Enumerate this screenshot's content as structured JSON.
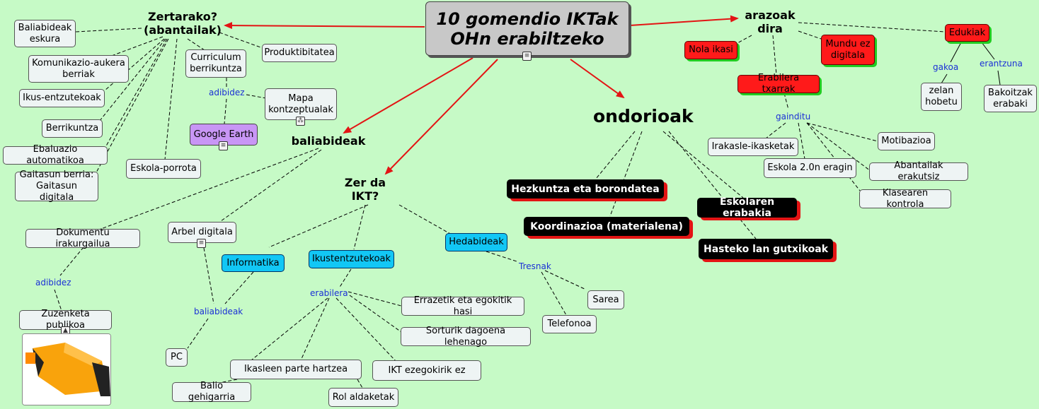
{
  "title": "10 gomendio IKTak OHn erabiltzeko",
  "nodes": {
    "zertarako": "Zertarako? (abantailak)",
    "baliabideak_main": "baliabideak",
    "zer_da_ikt": "Zer da IKT?",
    "ondorioak": "ondorioak",
    "arazoak": "arazoak dira",
    "baliabideak_eskura": "Baliabideak eskura",
    "komunikazio": "Komunikazio-aukera berriak",
    "ikus_entzutekoak": "Ikus-entzutekoak",
    "berrikuntza": "Berrikuntza",
    "ebaluazio": "Ebaluazio automatikoa",
    "gaitasun": "Gaitasun berria: Gaitasun digitala",
    "curriculum": "Curriculum berrikuntza",
    "produktibitatea": "Produktibitatea",
    "mapa": "Mapa kontzeptualak",
    "google_earth": "Google Earth",
    "eskola_porrota": "Eskola-porrota",
    "dokumentu": "Dokumentu irakurgailua",
    "zuzenketa": "Zuzenketa publikoa",
    "arbel": "Arbel digitala",
    "informatika": "Informatika",
    "ikustentzutekoak": "Ikustentzutekoak",
    "hedabideak": "Hedabideak",
    "pc": "PC",
    "errazetik": "Errazetik eta egokitik hasi",
    "sorturik": "Sorturik dagoena lehenago",
    "ikasleen": "Ikasleen parte hartzea",
    "ikt_ezegokirik": "IKT ezegokirik ez",
    "balio": "Balio gehigarria",
    "rol": "Rol aldaketak",
    "sarea": "Sarea",
    "telefonoa": "Telefonoa",
    "hezkuntza": "Hezkuntza eta borondatea",
    "koordinazioa": "Koordinazioa (materialena)",
    "eskolaren": "Eskolaren erabakia",
    "hasteko": "Hasteko lan gutxikoak",
    "nola_ikasi": "Nola ikasi",
    "mundu": "Mundu ez digitala",
    "edukiak": "Edukiak",
    "erabilera_txarrak": "Erabilera txarrak",
    "zelan": "zelan hobetu",
    "bakoitzak": "Bakoitzak erabaki",
    "irakasle": "Irakasle-ikasketak",
    "motibazioa": "Motibazioa",
    "eskola20": "Eskola 2.0n eragin",
    "abantailak_erakutsiz": "Abantailak erakutsiz",
    "klasearen": "Klasearen kontrola"
  },
  "labels": {
    "adibidez_1": "adibidez",
    "adibidez_2": "adibidez",
    "baliabideak_lbl": "baliabideak",
    "erabilera": "erabilera",
    "tresnak": "Tresnak",
    "gakoa": "gakoa",
    "erantzuna": "erantzuna",
    "gainditu": "gainditu"
  },
  "colors": {
    "background": "#c6fac6",
    "arrow": "#e31414",
    "red_node": "#ff1a1a",
    "cyan_node": "#12c7f5",
    "purple_node": "#c896f5",
    "black_node": "#000000"
  },
  "icons": [
    "document-icon",
    "concept-map-icon",
    "image-icon"
  ]
}
